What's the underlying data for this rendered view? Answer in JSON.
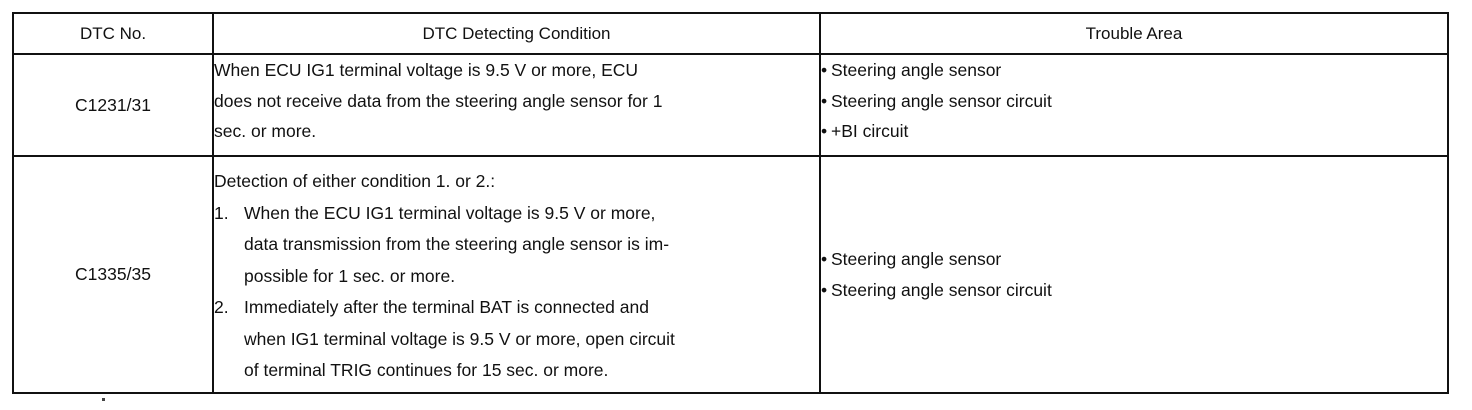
{
  "table": {
    "headers": {
      "dtc_no": "DTC No.",
      "condition": "DTC Detecting Condition",
      "trouble_area": "Trouble Area"
    },
    "rows": [
      {
        "code": "C1231/31",
        "condition_lines": [
          "When ECU IG1 terminal voltage is 9.5 V or more, ECU",
          "does not receive data from the steering angle sensor for 1",
          "sec. or more."
        ],
        "trouble_area": [
          "Steering angle sensor",
          "Steering angle sensor circuit",
          "+BI circuit"
        ]
      },
      {
        "code": "C1335/35",
        "condition_intro": "Detection of either condition 1. or 2.:",
        "conditions": [
          {
            "number": "1.",
            "lines": [
              "When the ECU IG1 terminal voltage is 9.5 V or more,",
              "data transmission from the steering angle sensor is im-",
              "possible for 1 sec. or more."
            ]
          },
          {
            "number": "2.",
            "lines": [
              "Immediately after the terminal BAT is connected and",
              "when IG1 terminal voltage is 9.5 V or more, open circuit",
              "of terminal TRIG continues for 15 sec. or more."
            ]
          }
        ],
        "trouble_area": [
          "Steering angle sensor",
          "Steering angle sensor circuit"
        ]
      }
    ]
  },
  "bullet_glyph": "•"
}
